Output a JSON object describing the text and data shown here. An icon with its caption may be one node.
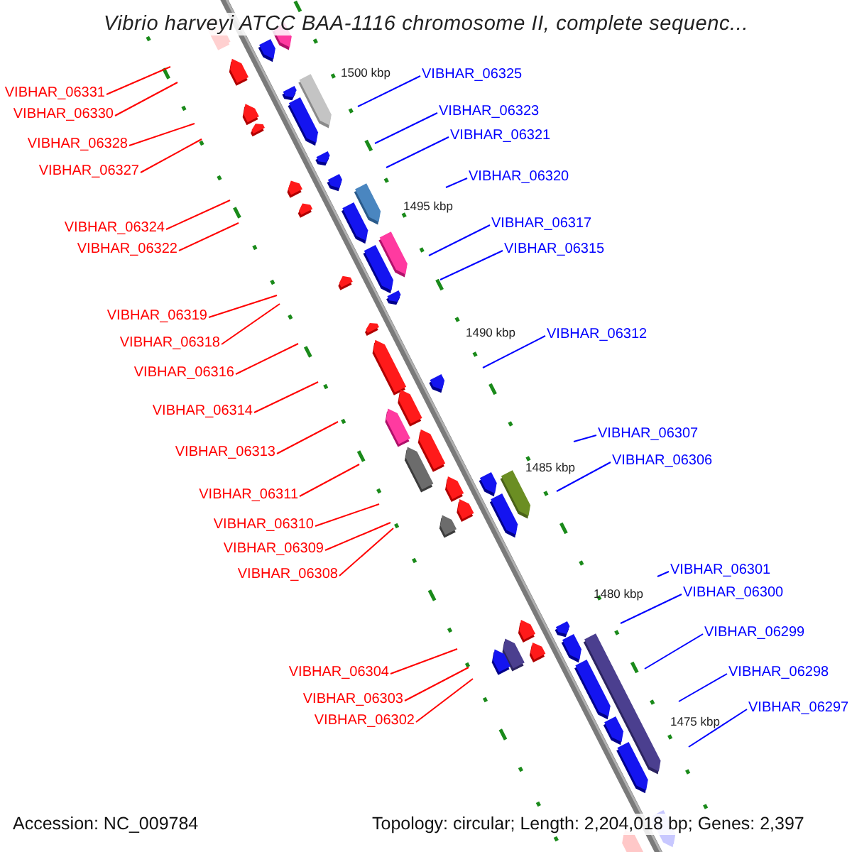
{
  "diagram": {
    "title": "Vibrio harveyi ATCC BAA-1116 chromosome II, complete sequenc...",
    "nodes": [
      {
        "text": [
          "VIBHAR_06325"
        ]
      },
      {
        "text": [
          "VIBHAR_06331"
        ]
      },
      {
        "text": [
          "VIBHAR_06323"
        ]
      },
      {
        "text": [
          "VIBHAR_06330"
        ]
      },
      {
        "text": [
          "VIBHAR_06321"
        ]
      },
      {
        "text": [
          "VIBHAR_06328"
        ]
      },
      {
        "text": [
          "VIBHAR_06327"
        ]
      },
      {
        "text": [
          "VIBHAR_06320"
        ]
      },
      {
        "text": [
          "VIBHAR_06317"
        ]
      },
      {
        "text": [
          "VIBHAR_06324"
        ]
      },
      {
        "text": [
          "VIBHAR_06315"
        ]
      },
      {
        "text": [
          "VIBHAR_06322"
        ]
      },
      {
        "text": [
          "VIBHAR_06319"
        ]
      },
      {
        "text": [
          "VIBHAR_06312"
        ]
      },
      {
        "text": [
          "VIBHAR_06318"
        ]
      },
      {
        "text": [
          "VIBHAR_06316"
        ]
      },
      {
        "text": [
          "VIBHAR_06314"
        ]
      },
      {
        "text": [
          "VIBHAR_06307"
        ]
      },
      {
        "text": [
          "VIBHAR_06313"
        ]
      },
      {
        "text": [
          "VIBHAR_06306"
        ]
      },
      {
        "text": [
          "VIBHAR_06311"
        ]
      },
      {
        "text": [
          "VIBHAR_06310"
        ]
      },
      {
        "text": [
          "VIBHAR_06309"
        ]
      },
      {
        "text": [
          "VIBHAR_06301"
        ]
      },
      {
        "text": [
          "VIBHAR_06308"
        ]
      },
      {
        "text": [
          "VIBHAR_06300"
        ]
      },
      {
        "text": [
          "VIBHAR_06299"
        ]
      },
      {
        "text": [
          "VIBHAR_06304"
        ]
      },
      {
        "text": [
          "VIBHAR_06298"
        ]
      },
      {
        "text": [
          "VIBHAR_06303"
        ]
      },
      {
        "text": [
          "VIBHAR_06297"
        ]
      },
      {
        "text": [
          "VIBHAR_06302"
        ]
      }
    ],
    "edges": [
      {
        "from": 0,
        "to": null,
        "arrow": "none",
        "color": "#0000ff"
      },
      {
        "from": 1,
        "to": null,
        "arrow": "none"
      },
      {
        "from": 2,
        "to": null,
        "arrow": "none",
        "color": "#0000ff"
      },
      {
        "from": 3,
        "to": null,
        "arrow": "none"
      },
      {
        "from": 4,
        "to": null,
        "arrow": "none",
        "color": "#0000ff"
      },
      {
        "from": 5,
        "to": null,
        "arrow": "none"
      },
      {
        "from": 6,
        "to": null,
        "arrow": "none"
      },
      {
        "from": 7,
        "to": null,
        "arrow": "none",
        "color": "#0000ff"
      },
      {
        "from": 8,
        "to": null,
        "arrow": "none",
        "color": "#0000ff"
      },
      {
        "from": 9,
        "to": null,
        "arrow": "none"
      },
      {
        "from": 10,
        "to": null,
        "arrow": "none",
        "color": "#0000ff"
      },
      {
        "from": 11,
        "to": null,
        "arrow": "none"
      },
      {
        "from": 12,
        "to": null,
        "arrow": "none"
      },
      {
        "from": 13,
        "to": null,
        "arrow": "none",
        "color": "#0000ff"
      },
      {
        "from": 14,
        "to": null,
        "arrow": "none"
      },
      {
        "from": 15,
        "to": null,
        "arrow": "none"
      },
      {
        "from": 16,
        "to": null,
        "arrow": "none"
      },
      {
        "from": 17,
        "to": null,
        "arrow": "none",
        "color": "#0000ff"
      },
      {
        "from": 18,
        "to": null,
        "arrow": "none"
      },
      {
        "from": 19,
        "to": null,
        "arrow": "none",
        "color": "#0000ff"
      },
      {
        "from": 20,
        "to": null,
        "arrow": "none"
      },
      {
        "from": 21,
        "to": null,
        "arrow": "none"
      },
      {
        "from": 22,
        "to": null,
        "arrow": "none"
      },
      {
        "from": 23,
        "to": null,
        "arrow": "none",
        "color": "#0000ff"
      },
      {
        "from": 24,
        "to": null,
        "arrow": "none"
      },
      {
        "from": 25,
        "to": null,
        "arrow": "none",
        "color": "#0000ff"
      },
      {
        "from": 26,
        "to": null,
        "arrow": "none",
        "color": "#0000ff"
      },
      {
        "from": 27,
        "to": null,
        "arrow": "none"
      },
      {
        "from": 28,
        "to": null,
        "arrow": "none",
        "color": "#0000ff"
      },
      {
        "from": 29,
        "to": null,
        "arrow": "none"
      },
      {
        "from": 30,
        "to": null,
        "arrow": "none",
        "color": "#0000ff"
      },
      {
        "from": 31,
        "to": null,
        "arrow": "none"
      }
    ],
    "labels": [
      "1500 kbp",
      "1495 kbp",
      "1490 kbp",
      "1485 kbp",
      "1480 kbp",
      "1475 kbp",
      "Accession: NC_009784",
      "Topology: circular; Length: 2,204,018 bp; Genes: 2,397"
    ]
  }
}
